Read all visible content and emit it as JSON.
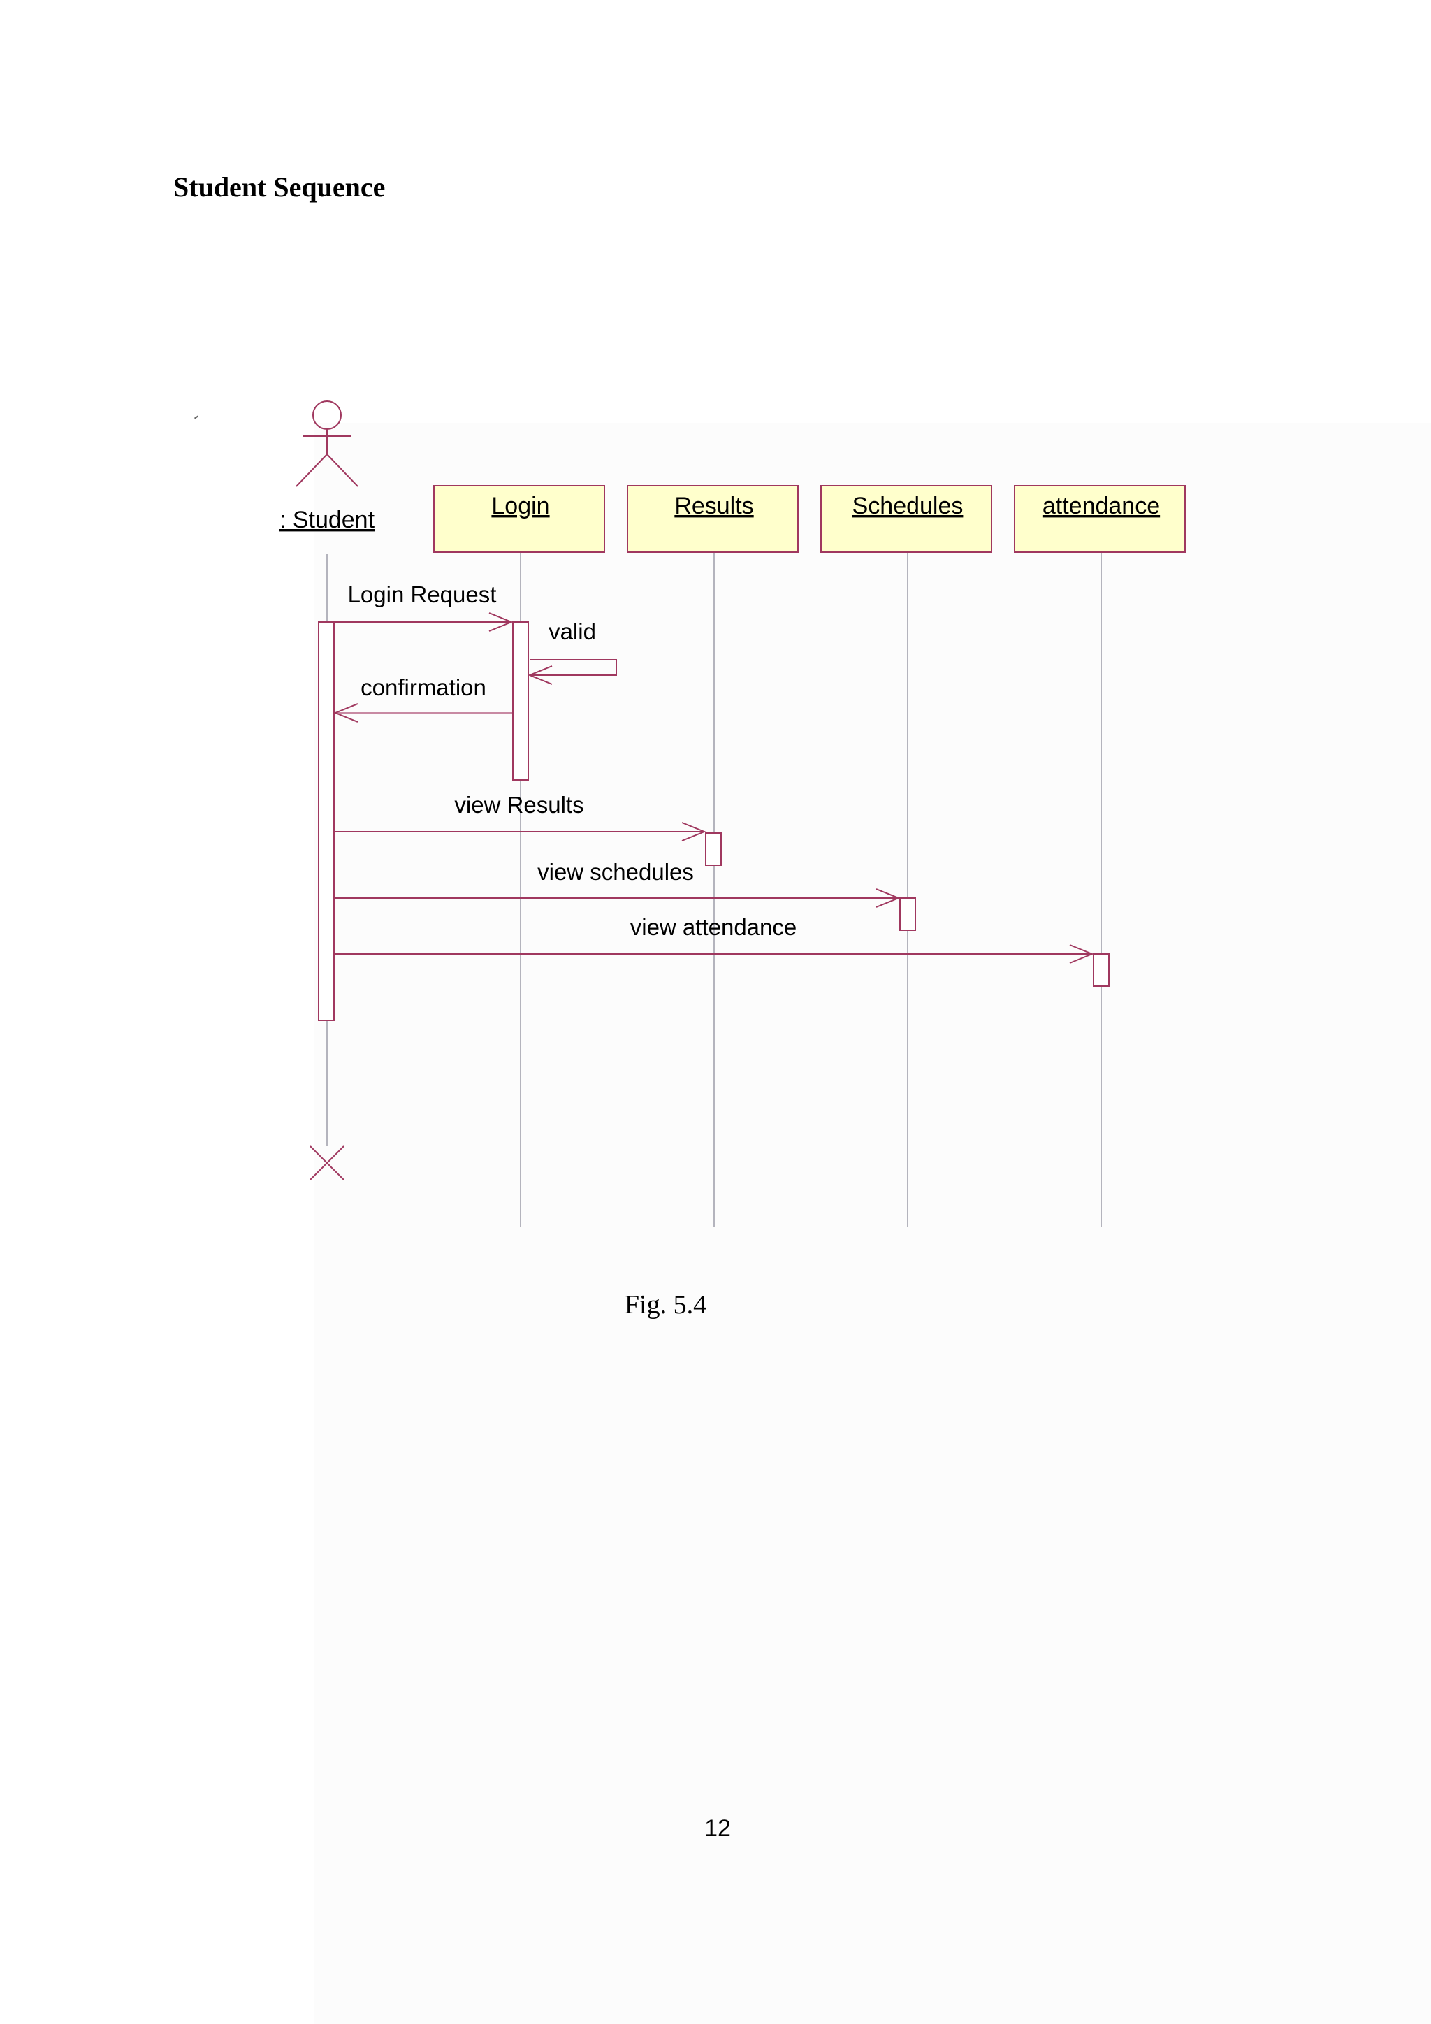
{
  "heading": "Student Sequence",
  "diagram": {
    "actor": {
      "label": ": Student"
    },
    "objects": [
      {
        "id": "login",
        "label": "Login"
      },
      {
        "id": "results",
        "label": "Results"
      },
      {
        "id": "schedules",
        "label": "Schedules"
      },
      {
        "id": "attendance",
        "label": "attendance"
      }
    ],
    "messages": [
      {
        "from": "student",
        "to": "login",
        "label": "Login Request"
      },
      {
        "from": "login",
        "to": "login",
        "label": "valid"
      },
      {
        "from": "login",
        "to": "student",
        "label": "confirmation"
      },
      {
        "from": "student",
        "to": "results",
        "label": "view Results"
      },
      {
        "from": "student",
        "to": "schedules",
        "label": "view schedules"
      },
      {
        "from": "student",
        "to": "attendance",
        "label": "view attendance"
      }
    ],
    "colors": {
      "line": "#a0385f",
      "object_fill": "#ffffcc",
      "lifeline": "#b4b4bd"
    }
  },
  "caption": "Fig. 5.4",
  "page_number": "12"
}
